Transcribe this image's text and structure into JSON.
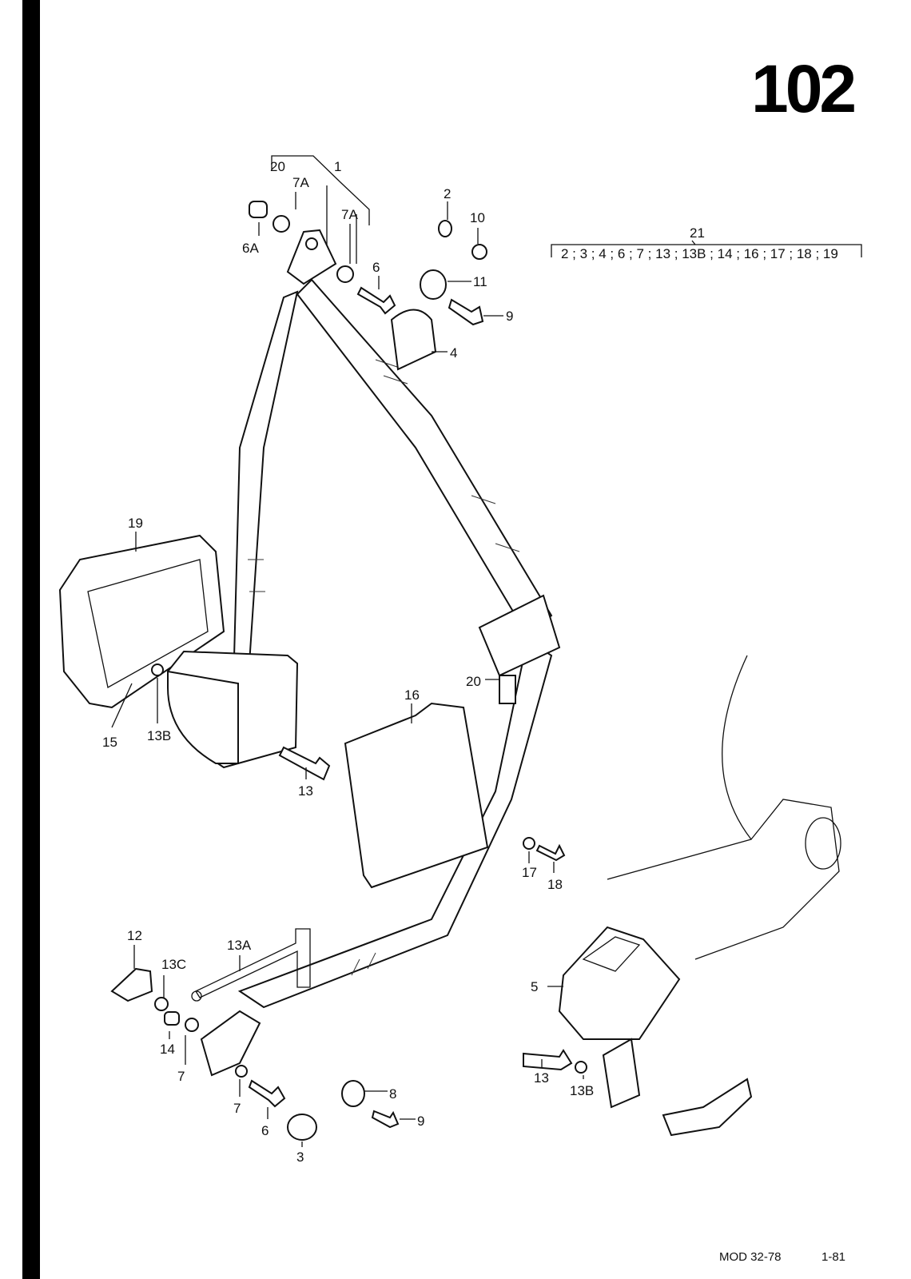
{
  "page_number": "102",
  "footer": {
    "model": "MOD 32-78",
    "date": "1-81"
  },
  "group_label": {
    "number": "21",
    "items": "2 ; 3 ; 4 ; 6 ; 7 ; 13 ; 13B ; 14 ; 16 ; 17 ; 18 ; 19"
  },
  "callouts": {
    "c20a": "20",
    "c1": "1",
    "c7a1": "7A",
    "c7a2": "7A",
    "c6a": "6A",
    "c2": "2",
    "c10": "10",
    "c6a_bolt": "6",
    "c11": "11",
    "c9a": "9",
    "c4": "4",
    "c19": "19",
    "c15": "15",
    "c13b_a": "13B",
    "c16": "16",
    "c20b": "20",
    "c13a": "13",
    "c17": "17",
    "c18": "18",
    "c12": "12",
    "c13c": "13C",
    "c13a_rod": "13A",
    "c5": "5",
    "c14": "14",
    "c7a": "7",
    "c7b": "7",
    "c6b": "6",
    "c8": "8",
    "c9b": "9",
    "c3": "3",
    "c13b": "13",
    "c13b_b": "13B"
  }
}
